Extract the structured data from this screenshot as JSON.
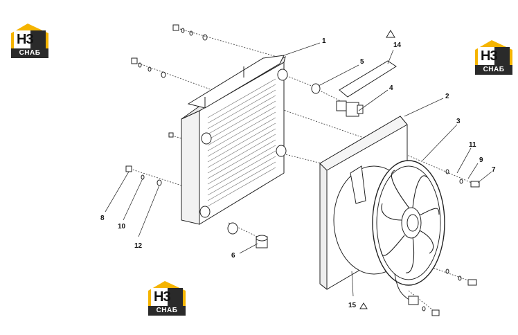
{
  "brand": {
    "logo_top": "H3",
    "logo_bottom": "СНАБ",
    "accent_color": "#f5b400",
    "dark_color": "#2a2a2a"
  },
  "callouts": [
    "1",
    "2",
    "3",
    "4",
    "5",
    "6",
    "7",
    "8",
    "9",
    "10",
    "11",
    "12",
    "14",
    "15"
  ]
}
